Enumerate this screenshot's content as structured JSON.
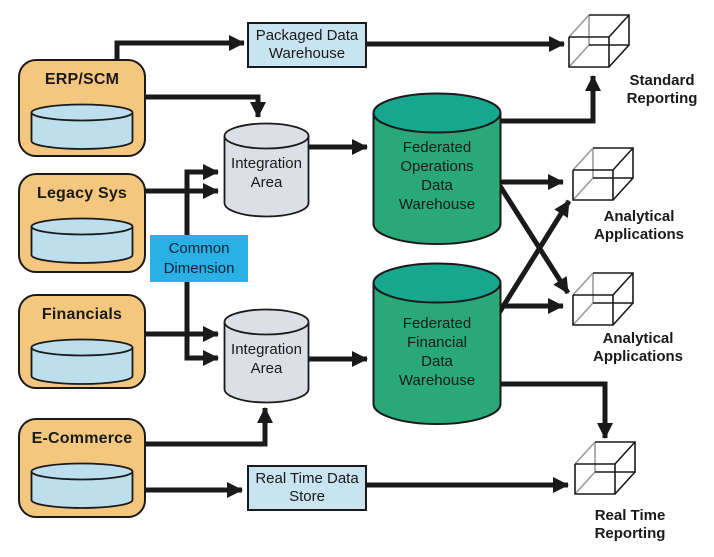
{
  "diagram": {
    "source_systems": [
      {
        "label": "ERP/SCM"
      },
      {
        "label": "Legacy Sys"
      },
      {
        "label": "Financials"
      },
      {
        "label": "E-Commerce"
      }
    ],
    "integration_area_1": {
      "line1": "Integration",
      "line2": "Area"
    },
    "integration_area_2": {
      "line1": "Integration",
      "line2": "Area"
    },
    "common_dimension": {
      "line1": "Common",
      "line2": "Dimension"
    },
    "packaged_dw": {
      "line1": "Packaged Data",
      "line2": "Warehouse"
    },
    "real_time_store": {
      "line1": "Real Time Data",
      "line2": "Store"
    },
    "federated_ops": {
      "line1": "Federated",
      "line2": "Operations",
      "line3": "Data",
      "line4": "Warehouse"
    },
    "federated_fin": {
      "line1": "Federated",
      "line2": "Financial",
      "line3": "Data",
      "line4": "Warehouse"
    },
    "outputs": {
      "standard": {
        "line1": "Standard",
        "line2": "Reporting"
      },
      "analytical1": {
        "line1": "Analytical",
        "line2": "Applications"
      },
      "analytical2": {
        "line1": "Analytical",
        "line2": "Applications"
      },
      "real_time": {
        "line1": "Real Time",
        "line2": "Reporting"
      }
    },
    "colors": {
      "source_fill": "#F4C77E",
      "source_cylinder_fill": "#BCDEED",
      "integration_cylinder_fill": "#DDDFE6",
      "warehouse_body_fill": "#29A87A",
      "warehouse_top_fill": "#17A68E",
      "info_box_fill": "#C8E4F0",
      "common_dimension_fill": "#29B1E6",
      "arrow_color": "#1A1A1A"
    }
  }
}
